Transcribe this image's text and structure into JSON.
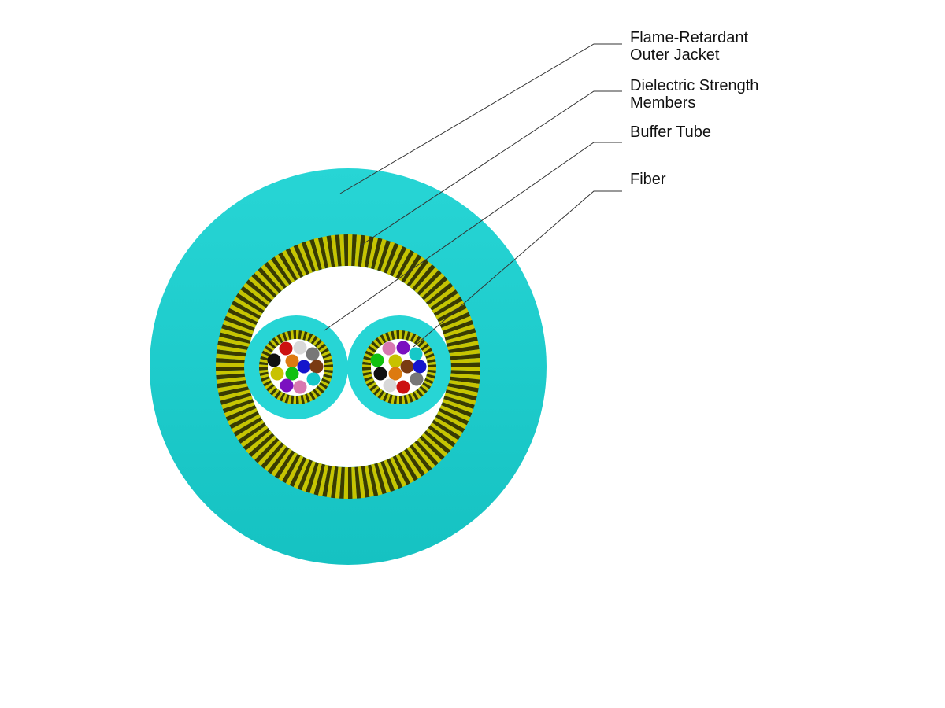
{
  "callouts": [
    {
      "id": "jacket",
      "lines": [
        "Flame-Retardant",
        "Outer Jacket"
      ]
    },
    {
      "id": "strength",
      "lines": [
        "Dielectric Strength",
        "Members"
      ]
    },
    {
      "id": "buffer",
      "lines": [
        "Buffer Tube"
      ]
    },
    {
      "id": "fiber",
      "lines": [
        "Fiber"
      ]
    }
  ],
  "colors": {
    "jacket_light": "#27d5d5",
    "jacket_dark": "#15c2c2",
    "strength_light": "#c7c400",
    "strength_dark": "#3a3a00",
    "leader": "#333333"
  },
  "buffer_tubes": [
    {
      "name": "left-buffer-tube",
      "fibers": [
        "#cc1010",
        "#d8d8d8",
        "#777777",
        "#111111",
        "#dd7a10",
        "#1515cc",
        "#7a3b12",
        "#c8c200",
        "#10c010",
        "#16c8c8",
        "#7a10c0",
        "#d878b0"
      ]
    },
    {
      "name": "right-buffer-tube",
      "fibers": [
        "#d878b0",
        "#7a10c0",
        "#16c8c8",
        "#10c010",
        "#c8c200",
        "#7a3b12",
        "#1515cc",
        "#111111",
        "#dd7a10",
        "#777777",
        "#d8d8d8",
        "#cc1010"
      ]
    }
  ]
}
